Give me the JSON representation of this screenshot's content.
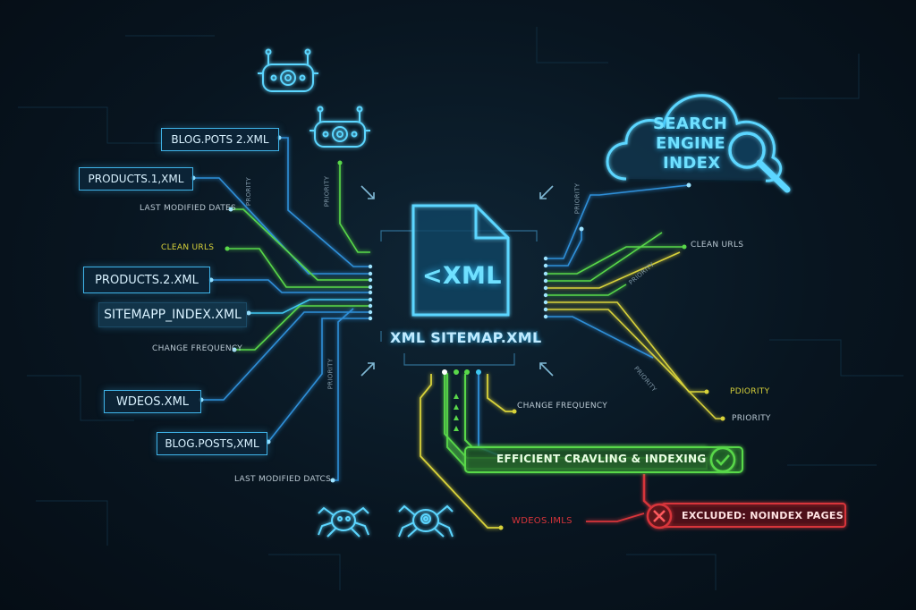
{
  "colors": {
    "cyan": "#3fc6f0",
    "blue": "#2f8fd8",
    "green": "#59d84a",
    "yellow": "#d8d23a",
    "red": "#d8343a",
    "text": "#cfe7f5"
  },
  "center": {
    "file_label": "<XML",
    "title": "XML SITEMAP.XML"
  },
  "cloud": {
    "line1": "SEARCH",
    "line2": "ENGINE",
    "line3": "INDEX",
    "icon": "magnifier-icon"
  },
  "left_boxes": [
    {
      "label": "BLOG.POTS 2.XML"
    },
    {
      "label": "PRODUCTS.1,XML"
    },
    {
      "label": "PRODUCTS.2.XML"
    },
    {
      "label": "SITEMAPP_INDEX.XML"
    },
    {
      "label": "WDEOS.XML"
    },
    {
      "label": "BLOG.POSTS,XML"
    }
  ],
  "left_small": [
    {
      "label": "LAST MODIFIED DATES"
    },
    {
      "label": "CLEAN URLS"
    },
    {
      "label": "CHANGE FREQUENCY"
    },
    {
      "label": "LAST MODIFIED DATCS"
    }
  ],
  "right_small": [
    {
      "label": "CLEAN URLS"
    },
    {
      "label": "PDIORITY"
    },
    {
      "label": "PRIORITY"
    },
    {
      "label": "CHANGE FREQUENCY"
    }
  ],
  "rotated_labels": [
    {
      "label": "PRORITY"
    },
    {
      "label": "PRIORITY"
    },
    {
      "label": "PRIORITY"
    },
    {
      "label": "PRIORITY"
    },
    {
      "label": "PRIORITY"
    },
    {
      "label": "PRIORITY"
    }
  ],
  "status": {
    "success": "EFFICIENT CRAVLING & INDEXING",
    "excluded": "EXCLUDED: NOINDEX PAGES",
    "red_label": "WDEOS.IMLS"
  },
  "icons": [
    "robot-icon",
    "robot-icon",
    "spider-bot-icon",
    "spider-bot-icon",
    "check-icon",
    "cross-icon"
  ]
}
